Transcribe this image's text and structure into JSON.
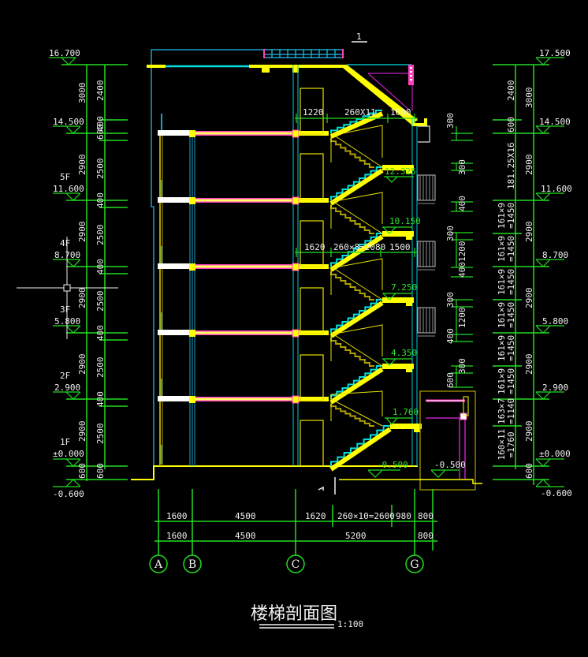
{
  "drawing": {
    "title": "楼梯剖面图",
    "scale": "1:100",
    "section_mark": "1",
    "colors": {
      "background": "#000000",
      "dimension": "#22dd22",
      "slab": "#ffff00",
      "wall": "#00c8d8",
      "beam_accent": "#ff40c0",
      "text": "#f0f0f0",
      "elevation_green": "#2fe02f",
      "outline_olive": "#b0a000"
    }
  },
  "left_elevations": [
    {
      "floor": "",
      "value": "16.700"
    },
    {
      "floor": "",
      "value": "14.500"
    },
    {
      "floor": "5F",
      "value": "11.600"
    },
    {
      "floor": "4F",
      "value": "8.700"
    },
    {
      "floor": "3F",
      "value": "5.800"
    },
    {
      "floor": "2F",
      "value": "2.900"
    },
    {
      "floor": "1F",
      "value": "±0.000"
    },
    {
      "floor": "",
      "value": "-0.600"
    }
  ],
  "left_outer_dims": [
    "3000",
    "2900",
    "2900",
    "2900",
    "2900",
    "2900",
    "600"
  ],
  "left_inner_dims": [
    "2400",
    "600",
    "400",
    "2500",
    "400",
    "2500",
    "400",
    "2500",
    "400",
    "2500",
    "400",
    "2500",
    "600"
  ],
  "right_elevations": [
    {
      "value": "17.500"
    },
    {
      "value": "14.500"
    },
    {
      "value": "11.600"
    },
    {
      "value": "8.700"
    },
    {
      "value": "5.800"
    },
    {
      "value": "2.900"
    },
    {
      "value": "±0.000"
    },
    {
      "value": "-0.600"
    }
  ],
  "right_outer_dims": [
    "3000",
    "2900",
    "2900",
    "2900",
    "2900",
    "2900",
    "600"
  ],
  "right_inner_dims": [
    "2400",
    "600",
    "181.25X16",
    "161×9\n=1450",
    "161×9\n=1450",
    "161×9\n=1450",
    "161×9\n=1450",
    "161×9\n=1450",
    "161×9\n=1450",
    "163×7\n=1140",
    "160×11\n=1760",
    "600"
  ],
  "right_window_dims": [
    "300",
    "300",
    "400",
    "300",
    "1200",
    "400",
    "300",
    "1200",
    "400",
    "300",
    "600"
  ],
  "stair_dims": {
    "top": [
      "1220",
      "260X11",
      "1000"
    ],
    "mid": [
      "1620",
      "260×8=2080",
      "1500"
    ]
  },
  "landing_elevations": [
    "12.325",
    "10.150",
    "7.250",
    "4.350",
    "1.760",
    "-0.500",
    "-0.500"
  ],
  "bottom_dims_row1": [
    "1600",
    "4500",
    "1620",
    "260×10=2600",
    "980",
    "800"
  ],
  "bottom_dims_row2": [
    "1600",
    "4500",
    "5200",
    "800"
  ],
  "axes": [
    "A",
    "B",
    "C",
    "G"
  ]
}
